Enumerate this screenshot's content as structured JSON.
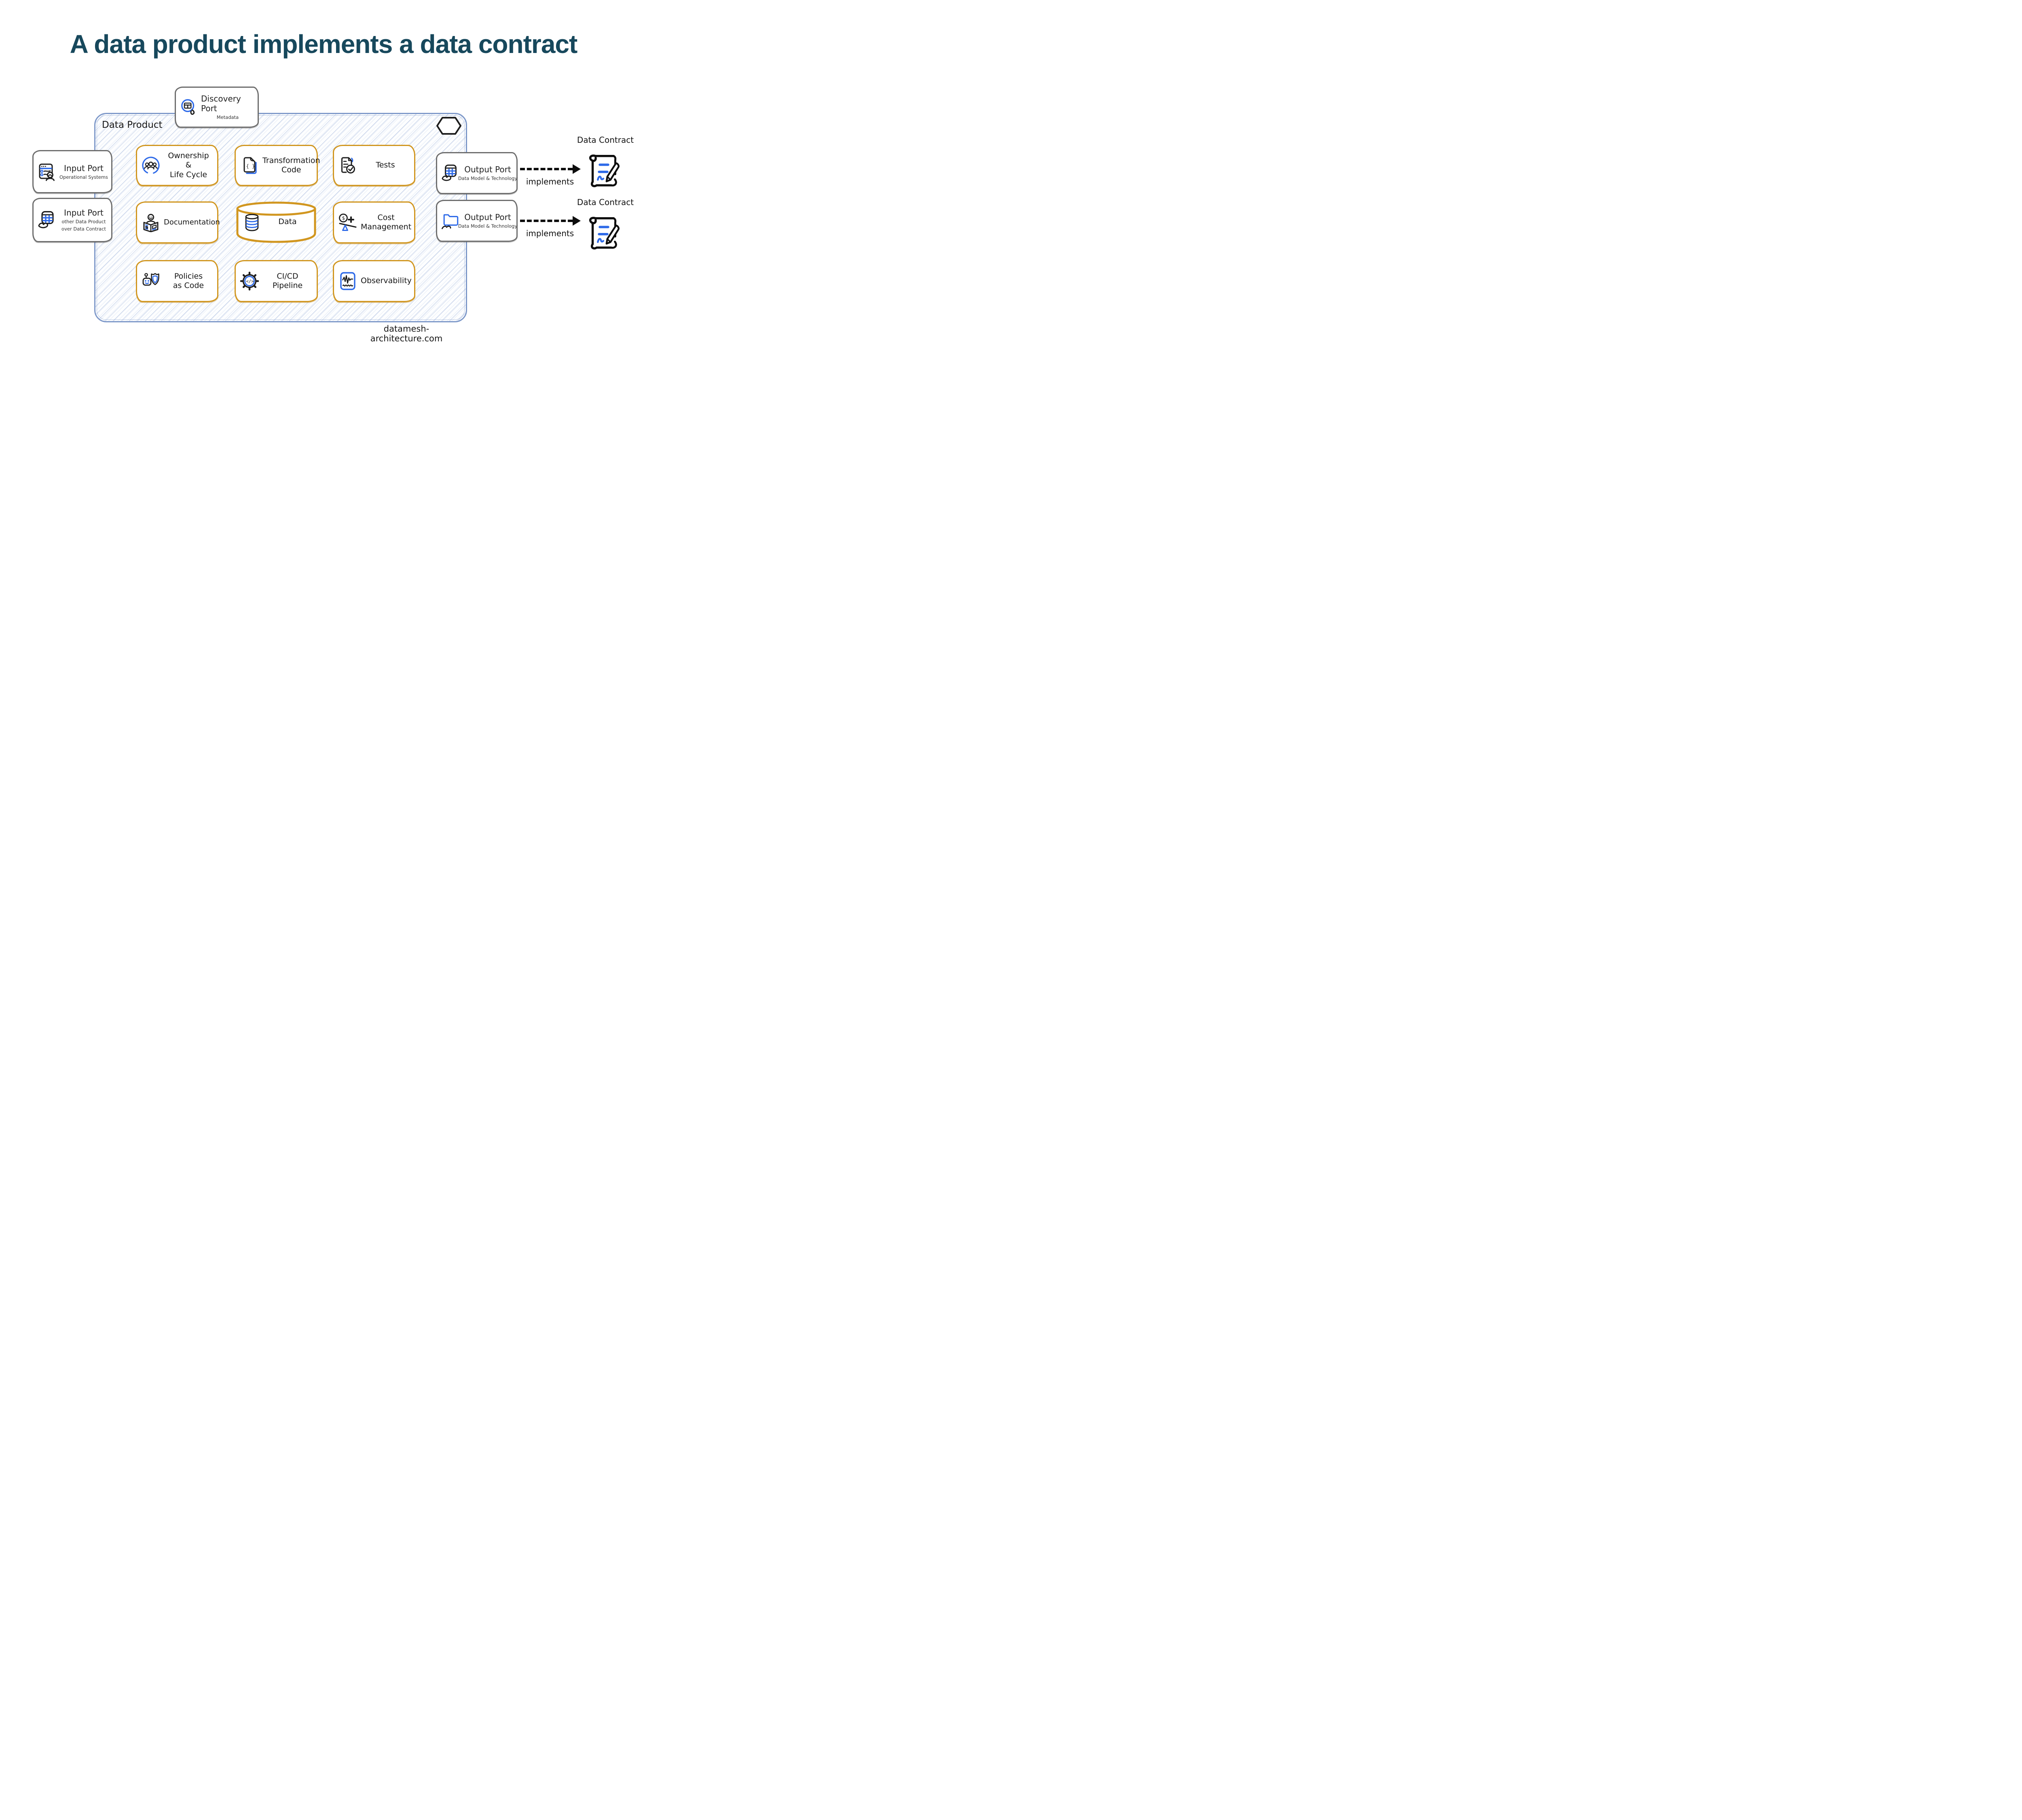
{
  "title": "A data product implements a data contract",
  "colors": {
    "title_teal": "#17485c",
    "accent_orange": "#d1961f",
    "accent_blue": "#2e6ae8",
    "container_blue": "#7d98c9",
    "ink": "#1d1d1d"
  },
  "data_product": {
    "label": "Data Product",
    "corner_icon": "hexagon-icon"
  },
  "discovery_port": {
    "title": "Discovery Port",
    "subtitle": "Metadata",
    "icon": "magnifier-table-icon"
  },
  "input_ports": [
    {
      "title": "Input Port",
      "subtitle": "Operational Systems",
      "icon": "operational-system-icon"
    },
    {
      "title": "Input Port",
      "subtitle_lines": [
        "other Data Product",
        "over Data Contract"
      ],
      "icon": "hand-table-icon"
    }
  ],
  "components": [
    {
      "label": "Ownership & Life Cycle",
      "lines": [
        "Ownership &",
        "Life Cycle"
      ],
      "icon": "team-icon"
    },
    {
      "label": "Transformation Code",
      "lines": [
        "Transformation",
        "Code"
      ],
      "icon": "code-file-icon"
    },
    {
      "label": "Tests",
      "lines": [
        "Tests"
      ],
      "icon": "test-checklist-icon"
    },
    {
      "label": "Documentation",
      "lines": [
        "Documentation"
      ],
      "icon": "reader-icon"
    },
    {
      "label": "Data",
      "lines": [
        "Data"
      ],
      "icon": "database-icon"
    },
    {
      "label": "Cost Management",
      "lines": [
        "Cost",
        "Management"
      ],
      "icon": "cost-balance-icon"
    },
    {
      "label": "Policies as Code",
      "lines": [
        "Policies",
        "as Code"
      ],
      "icon": "robot-shield-icon"
    },
    {
      "label": "CI/CD Pipeline",
      "lines": [
        "CI/CD Pipeline"
      ],
      "icon": "gear-code-icon"
    },
    {
      "label": "Observability",
      "lines": [
        "Observability"
      ],
      "icon": "waveform-icon"
    }
  ],
  "output_ports": [
    {
      "title": "Output Port",
      "subtitle": "Data Model & Technology",
      "icon": "hand-table-icon"
    },
    {
      "title": "Output Port",
      "subtitle": "Data Model & Technology",
      "icon": "folder-hand-icon"
    }
  ],
  "contracts": [
    {
      "label": "Data Contract",
      "relation": "implements",
      "icon": "contract-scroll-icon"
    },
    {
      "label": "Data Contract",
      "relation": "implements",
      "icon": "contract-scroll-icon"
    }
  ],
  "footer": "datamesh-architecture.com"
}
